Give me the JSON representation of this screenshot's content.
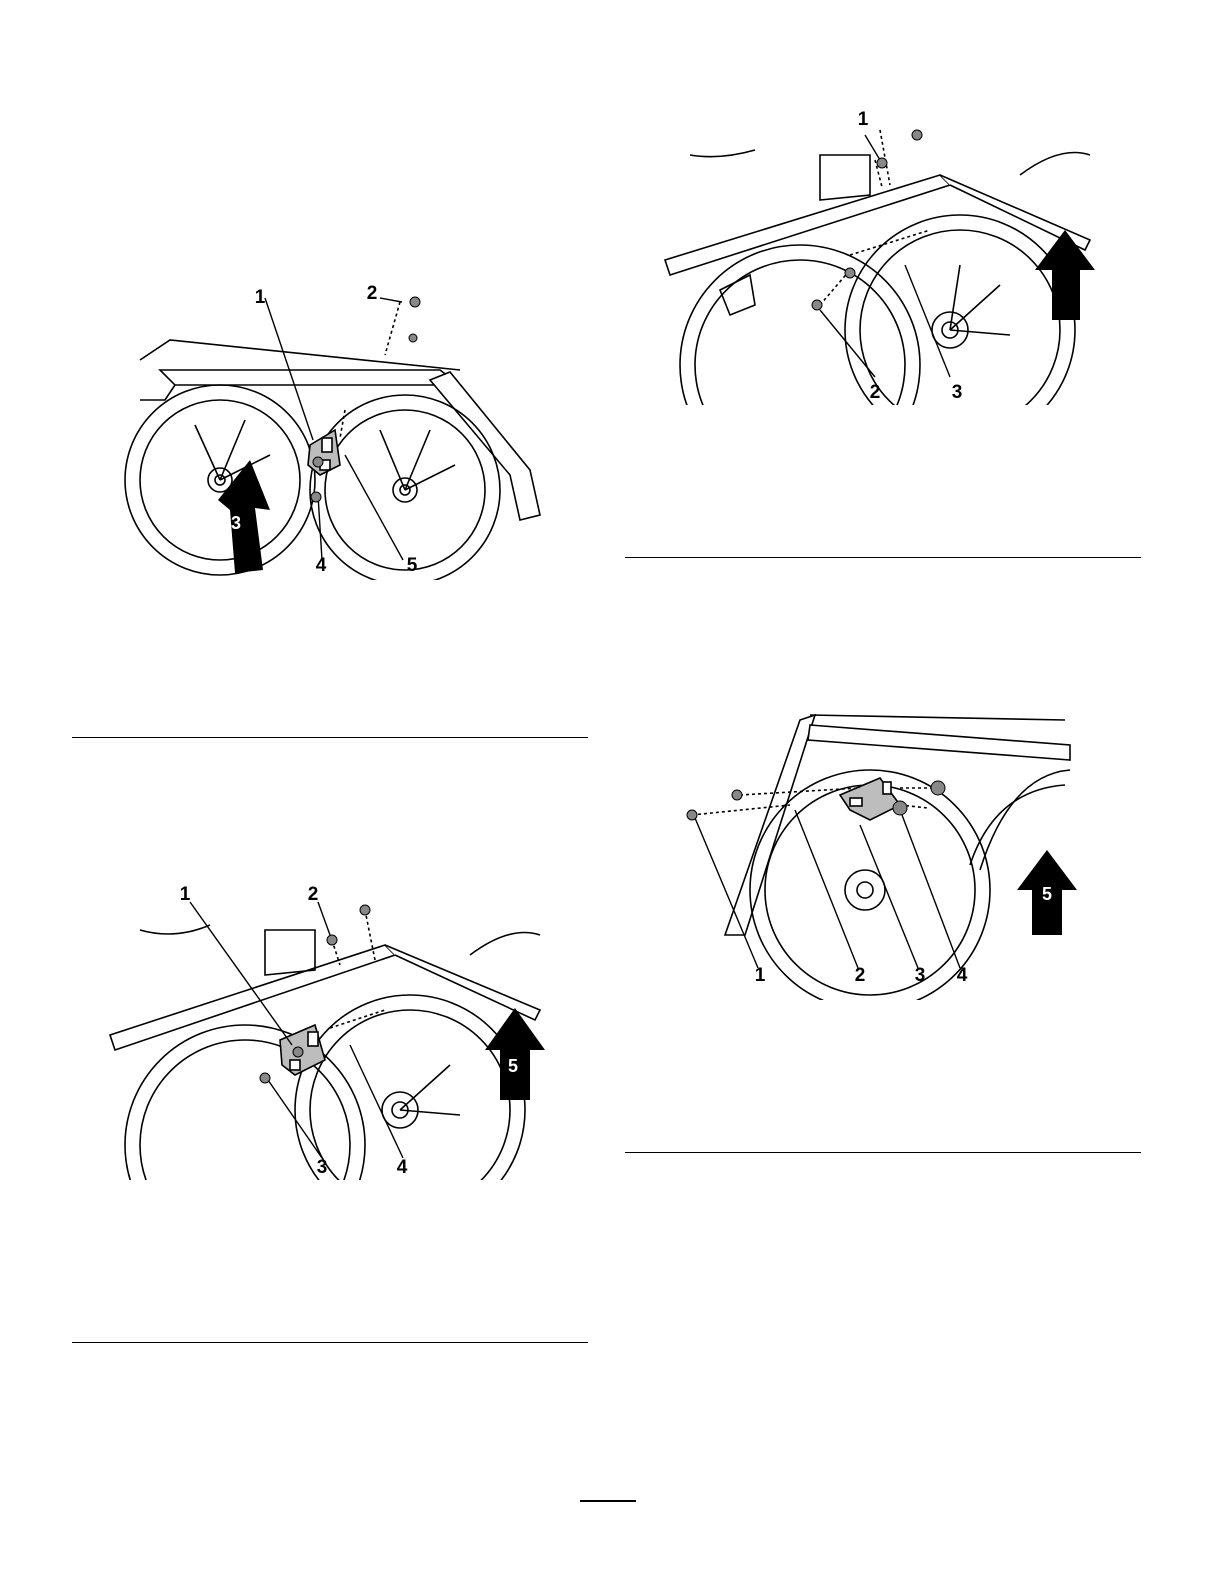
{
  "figures": [
    {
      "callouts": [
        "1",
        "2",
        "3",
        "4",
        "5"
      ]
    },
    {
      "callouts": [
        "1",
        "2",
        "3"
      ]
    },
    {
      "callouts": [
        "1",
        "2",
        "3",
        "4",
        "5"
      ]
    },
    {
      "callouts": [
        "1",
        "2",
        "3",
        "4",
        "5"
      ]
    }
  ]
}
